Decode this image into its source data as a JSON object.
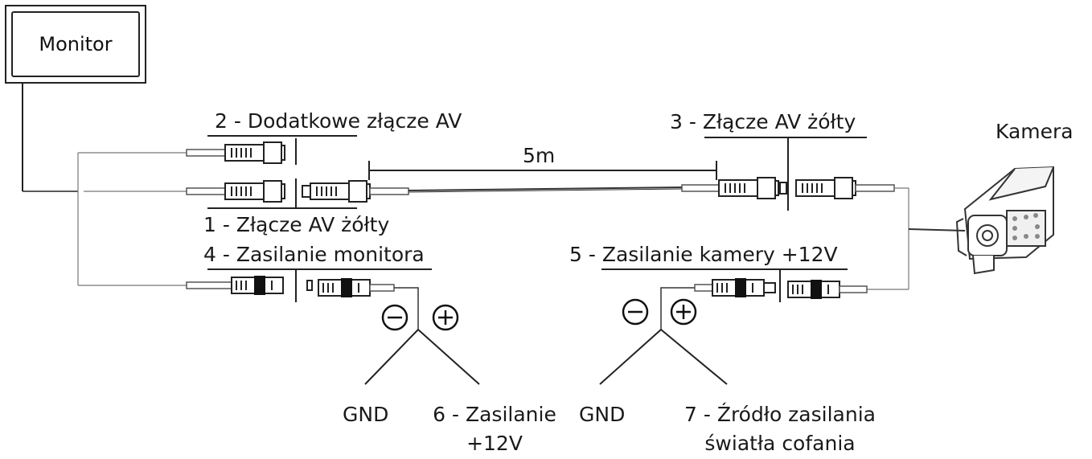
{
  "monitor": {
    "label": "Monitor"
  },
  "camera": {
    "label": "Kamera"
  },
  "labels": {
    "connector_2": "2 - Dodatkowe złącze AV",
    "connector_3": "3 - Złącze AV żółty",
    "cable_length": "5m",
    "connector_1": "1 - Złącze AV żółty",
    "connector_4": "4 - Zasilanie monitora",
    "connector_5": "5 - Zasilanie kamery +12V",
    "gnd_left": "GND",
    "power_6_line1": "6 - Zasilanie",
    "power_6_line2": "+12V",
    "gnd_right": "GND",
    "power_7_line1": "7 - Źródło zasilania",
    "power_7_line2": "światła cofania"
  },
  "symbols": {
    "minus": "−",
    "plus": "+"
  }
}
